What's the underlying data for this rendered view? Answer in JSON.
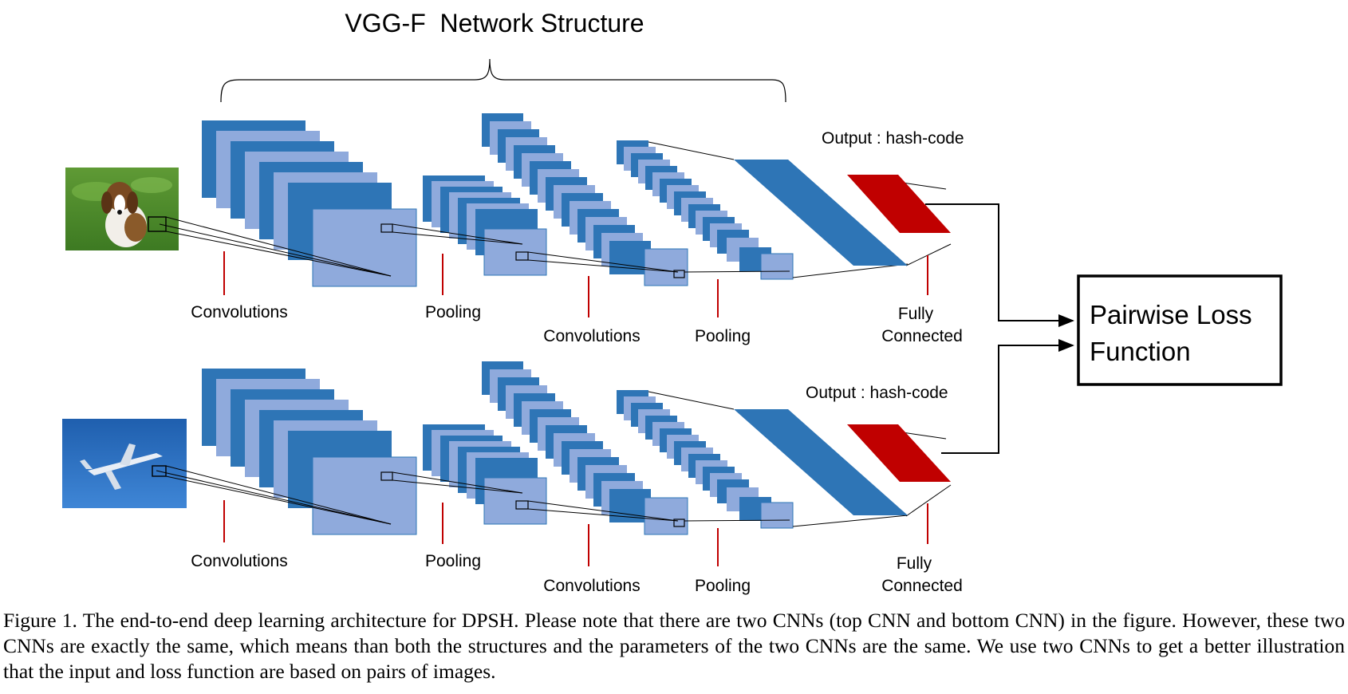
{
  "diagram": {
    "title": "VGG-F  Network Structure",
    "stage_labels": {
      "conv1": "Convolutions",
      "pool1": "Pooling",
      "conv2": "Convolutions",
      "pool2": "Pooling",
      "fc_line1": "Fully",
      "fc_line2": "Connected"
    },
    "output_label": "Output : hash-code",
    "loss_box": {
      "line1": "Pairwise Loss",
      "line2": "Function"
    },
    "inputs": [
      {
        "subject": "beagle dog sitting in grass"
      },
      {
        "subject": "airplane flying in blue sky"
      }
    ],
    "colors": {
      "block_dark": "#2E75B6",
      "block_light": "#8FAADC",
      "fc_blue": "#2E75B6",
      "hash_red": "#C00000",
      "marker_red": "#C00000"
    }
  },
  "caption": "Figure 1. The end-to-end deep learning architecture for DPSH. Please note that there are two CNNs (top CNN and bottom CNN) in the figure. However, these two CNNs are exactly the same, which means than both the structures and the parameters of the two CNNs are the same. We use two CNNs to get a better illustration that the input and loss function are based on pairs of images."
}
